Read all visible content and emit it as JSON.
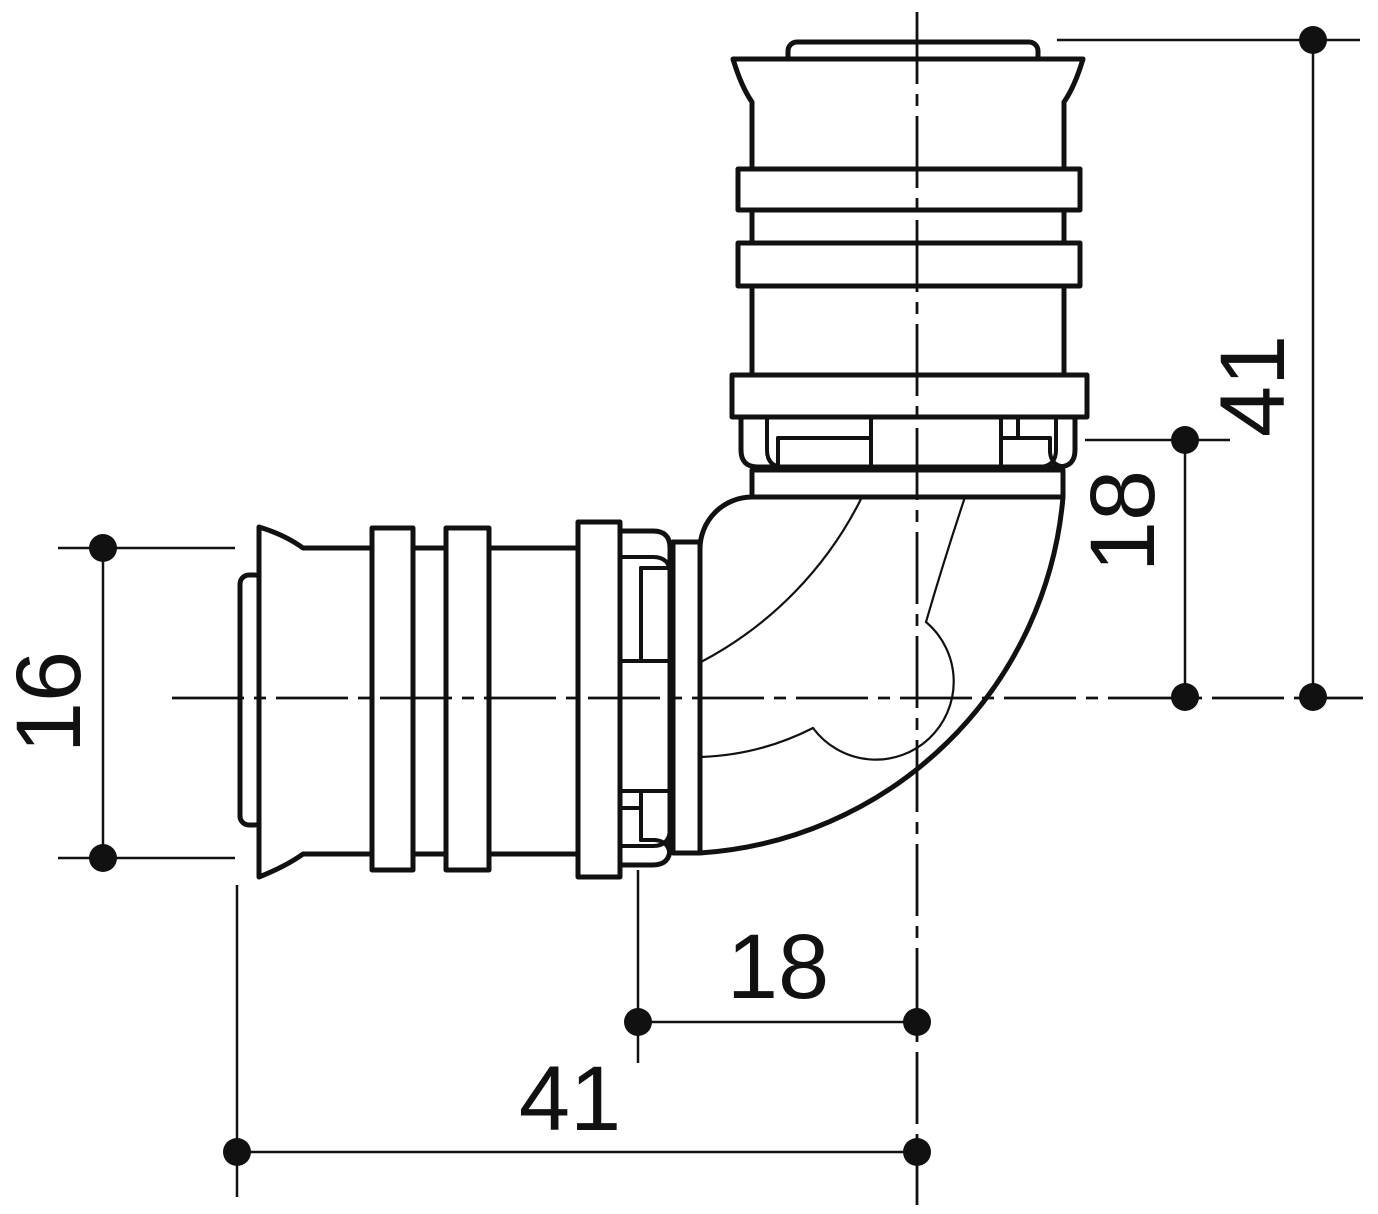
{
  "drawing": {
    "kind": "technical-drawing",
    "subject": "90-degree press elbow pipe fitting, side view",
    "background_color": "#ffffff",
    "line_color": "#111111",
    "dimensions": {
      "left_diameter": {
        "value": "16"
      },
      "right_overall_height": {
        "value": "41"
      },
      "right_center_offset": {
        "value": "18"
      },
      "bottom_center_offset": {
        "value": "18"
      },
      "bottom_overall_width": {
        "value": "41"
      }
    }
  }
}
